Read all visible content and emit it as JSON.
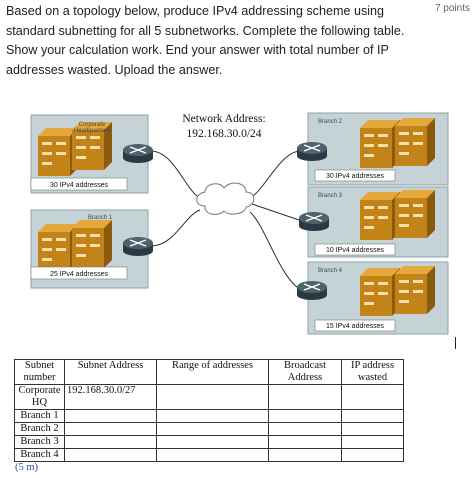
{
  "question": {
    "text": "Based on a topology below, produce IPv4 addressing scheme using standard subnetting for all 5 subnetworks. Complete the following table. Show your calculation work. End your answer with total number of IP addresses wasted. Upload the answer.",
    "points": "7 points"
  },
  "diagram": {
    "network_title": "Network Address:",
    "network_address": "192.168.30.0/24",
    "sites": [
      {
        "name": "Corporate Headquarters",
        "name_line1": "Corporate",
        "name_line2": "Headquarters",
        "addresses": "30 IPv4 addresses"
      },
      {
        "name": "Branch 1",
        "addresses": "25 IPv4 addresses"
      },
      {
        "name": "Branch 2",
        "addresses": "30 IPv4 addresses"
      },
      {
        "name": "Branch 3",
        "addresses": "10 IPv4 addresses"
      },
      {
        "name": "Branch 4",
        "addresses": "15 IPv4 addresses"
      }
    ],
    "colors": {
      "building": "#c28419",
      "router": "#3d4e58",
      "label_box": "#ffffff",
      "panel": "#c5d3d6"
    }
  },
  "table": {
    "headers": [
      "Subnet number",
      "Subnet Address",
      "Range of addresses",
      "Broadcast Address",
      "IP address wasted"
    ],
    "header_lines": [
      [
        "Subnet",
        "number"
      ],
      [
        "Subnet Address"
      ],
      [
        "Range of addresses"
      ],
      [
        "Broadcast",
        "Address"
      ],
      [
        "IP address",
        "wasted"
      ]
    ],
    "rows": [
      {
        "subnet": "Corporate HQ",
        "subnet_line1": "Corporate",
        "subnet_line2": "HQ",
        "address": "192.168.30.0/27",
        "range": "",
        "broadcast": "",
        "wasted": ""
      },
      {
        "subnet": "Branch 1",
        "address": "",
        "range": "",
        "broadcast": "",
        "wasted": ""
      },
      {
        "subnet": "Branch 2",
        "address": "",
        "range": "",
        "broadcast": "",
        "wasted": ""
      },
      {
        "subnet": "Branch 3",
        "address": "",
        "range": "",
        "broadcast": "",
        "wasted": ""
      },
      {
        "subnet": "Branch 4",
        "address": "",
        "range": "",
        "broadcast": "",
        "wasted": ""
      }
    ]
  },
  "marks": "(5 m)"
}
